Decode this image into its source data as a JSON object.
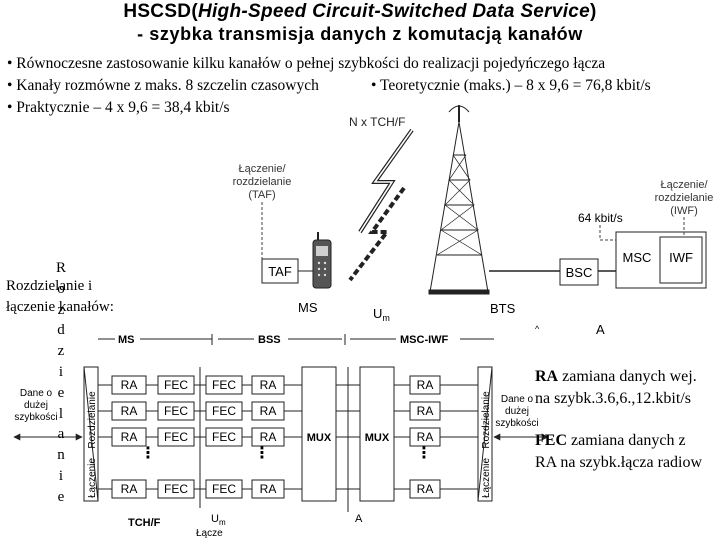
{
  "title": {
    "line1_prefix": "HSCSD(",
    "line1_italic": "High-Speed Circuit-Switched Data Service",
    "line1_suffix": ")",
    "line2": "- szybka  transmisja danych z komutacją kanałów"
  },
  "bullets": {
    "b1": "• Równoczesne zastosowanie kilku kanałów o pełnej szybkości do realizacji pojedyńczego łącza",
    "b2": "• Kanały rozmówne z maks. 8 szczelin czasowych",
    "b2b": "• Teoretycznie (maks.) – 8 x 9,6 = 76,8 kbit/s",
    "b3": "• Praktycznie – 4 x 9,6 = 38,4 kbit/s"
  },
  "side_notes": {
    "vertical_letters": [
      "R",
      "o",
      "z",
      "d",
      "z",
      "i",
      "e",
      "l",
      "a",
      "n",
      "i",
      "e"
    ],
    "rozdzielanie_line1": "Rozdzielanie i",
    "rozdzielanie_line2": "łączenie kanałów:",
    "ra_bold": "RA",
    "ra_text1": " zamiana danych wej.",
    "ra_text2": "na szybk.3.6,6.,12.kbit/s",
    "fec_bold": "FEC",
    "fec_text1": " zamiana danych z",
    "fec_text2": "RA na szybk.łącza radiow"
  },
  "top_diagram": {
    "ntch_label": "N x TCH/F",
    "taf_caption": [
      "Łączenie/",
      "rozdzielanie",
      "(TAF)"
    ],
    "iwf_caption": [
      "Łączenie/",
      "rozdzielanie",
      "(IWF)"
    ],
    "rate_label": "64 kbit/s",
    "taf": "TAF",
    "bsc": "BSC",
    "msc": "MSC",
    "iwf": "IWF",
    "ms": "MS",
    "um": "U",
    "um_sub": "m",
    "bts": "BTS",
    "a": "A",
    "caret": "^"
  },
  "bottom_diagram": {
    "ms_header": "MS",
    "bss_header": "BSS",
    "msc_header": "MSC-IWF",
    "left_data": [
      "Dane o",
      "dużej",
      "szybkości"
    ],
    "right_data": [
      "Dane o",
      "dużej",
      "szybkości"
    ],
    "rozdzielanie": "Rozdzielanie",
    "laczenie": "Łączenie",
    "ra": "RA",
    "fec": "FEC",
    "mux": "MUX",
    "dots": "⋮",
    "tch": "TCH/F",
    "um": "U",
    "um_sub": "m",
    "a": "A",
    "lacze": "Łącze"
  }
}
